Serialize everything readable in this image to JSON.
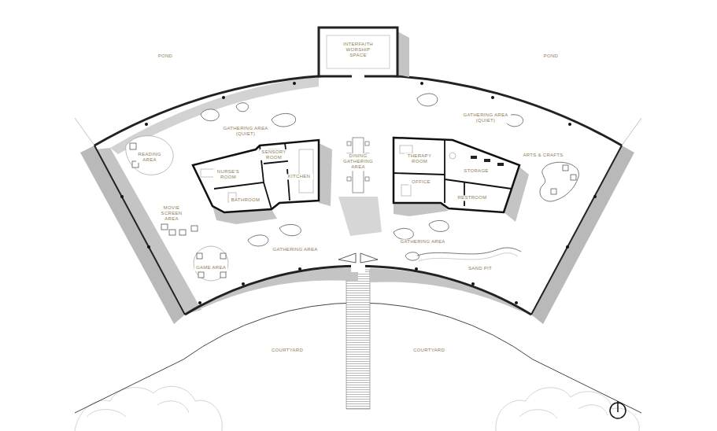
{
  "diagram": {
    "labels": [
      "POND",
      "POND",
      "INTERFAITH WORSHIP SPACE",
      "GATHERING AREA (QUIET)",
      "GATHERING AREA (QUIET)",
      "READING AREA",
      "NURSE'S ROOM",
      "SENSORY ROOM",
      "KITCHEN",
      "BATHROOM",
      "MOVIE SCREEN AREA",
      "GAME AREA",
      "GATHERING AREA",
      "DINING GATHERING AREA",
      "THERAPY ROOM",
      "STORAGE",
      "OFFICE",
      "RESTROOM",
      "GATHERING AREA",
      "ARTS & CRAFTS",
      "SAND PIT",
      "COURTYARD",
      "COURTYARD"
    ]
  }
}
